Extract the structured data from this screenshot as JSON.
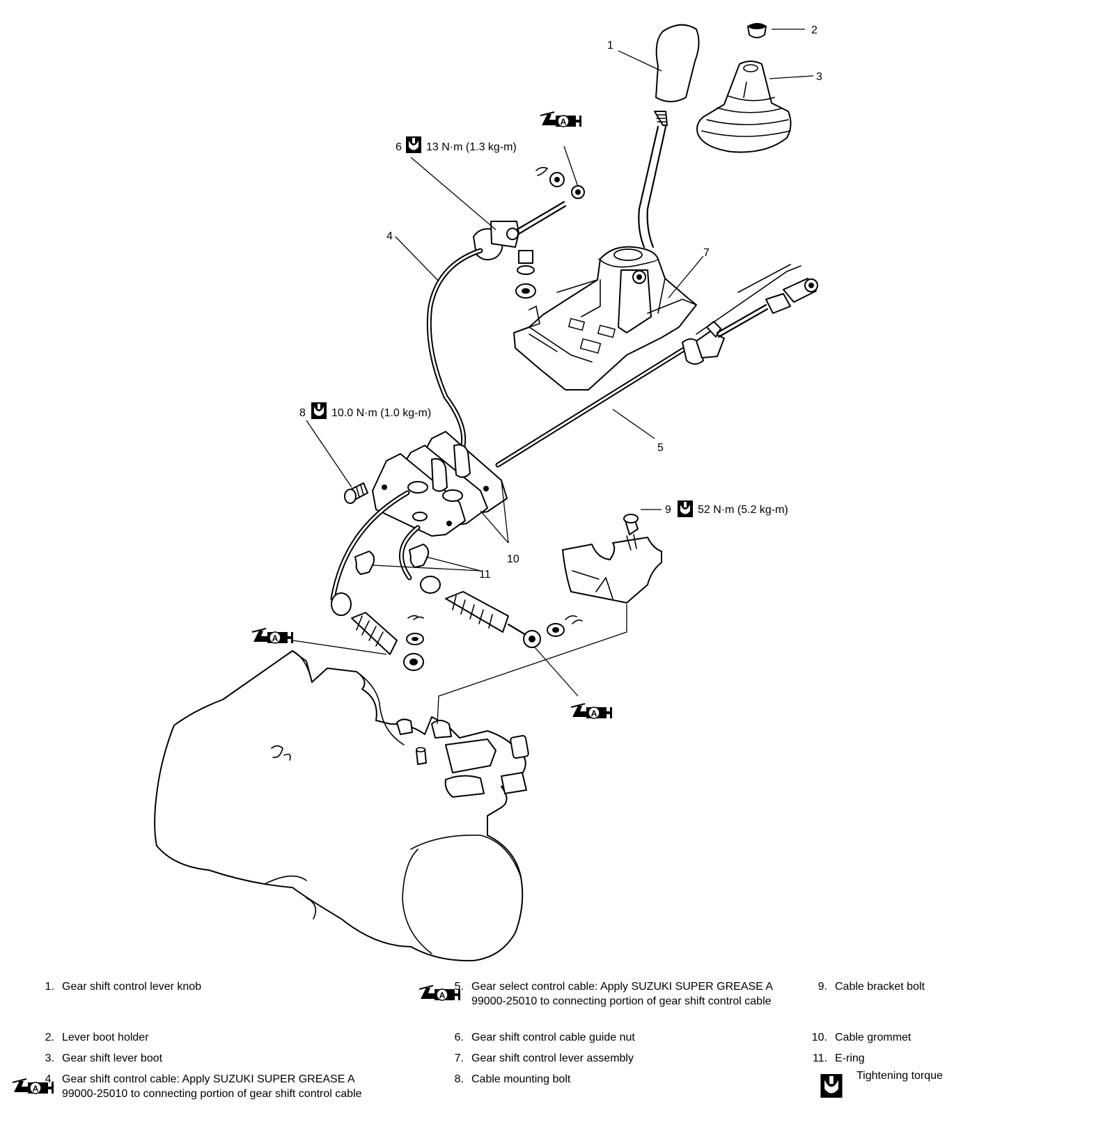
{
  "callouts": [
    {
      "id": "1",
      "label": "1"
    },
    {
      "id": "2",
      "label": "2"
    },
    {
      "id": "3",
      "label": "3"
    },
    {
      "id": "4",
      "label": "4"
    },
    {
      "id": "5",
      "label": "5"
    },
    {
      "id": "6",
      "label": "6"
    },
    {
      "id": "7",
      "label": "7"
    },
    {
      "id": "8",
      "label": "8"
    },
    {
      "id": "9",
      "label": "9"
    },
    {
      "id": "10",
      "label": "10"
    },
    {
      "id": "11",
      "label": "11"
    }
  ],
  "torques": {
    "t6": "13 N·m (1.3 kg-m)",
    "t8": "10.0 N·m (1.0 kg-m)",
    "t9": "52 N·m (5.2 kg-m)"
  },
  "grease_symbol": {
    "letter": "A"
  },
  "legend": [
    {
      "num": "1.",
      "text": "Gear shift control lever knob"
    },
    {
      "num": "2.",
      "text": "Lever boot holder"
    },
    {
      "num": "3.",
      "text": "Gear shift lever boot"
    },
    {
      "num": "4.",
      "text": "Gear shift control cable: Apply SUZUKI SUPER GREASE A 99000-25010 to connecting portion of gear shift control cable"
    },
    {
      "num": "5.",
      "text": "Gear select control cable: Apply SUZUKI SUPER GREASE A 99000-25010 to connecting portion of gear shift control cable"
    },
    {
      "num": "6.",
      "text": "Gear shift control cable guide nut"
    },
    {
      "num": "7.",
      "text": "Gear shift control lever assembly"
    },
    {
      "num": "8.",
      "text": "Cable mounting bolt"
    },
    {
      "num": "9.",
      "text": "Cable bracket bolt"
    },
    {
      "num": "10.",
      "text": "Cable grommet"
    },
    {
      "num": "11.",
      "text": "E-ring"
    },
    {
      "num": "",
      "text": "Tightening torque"
    }
  ]
}
